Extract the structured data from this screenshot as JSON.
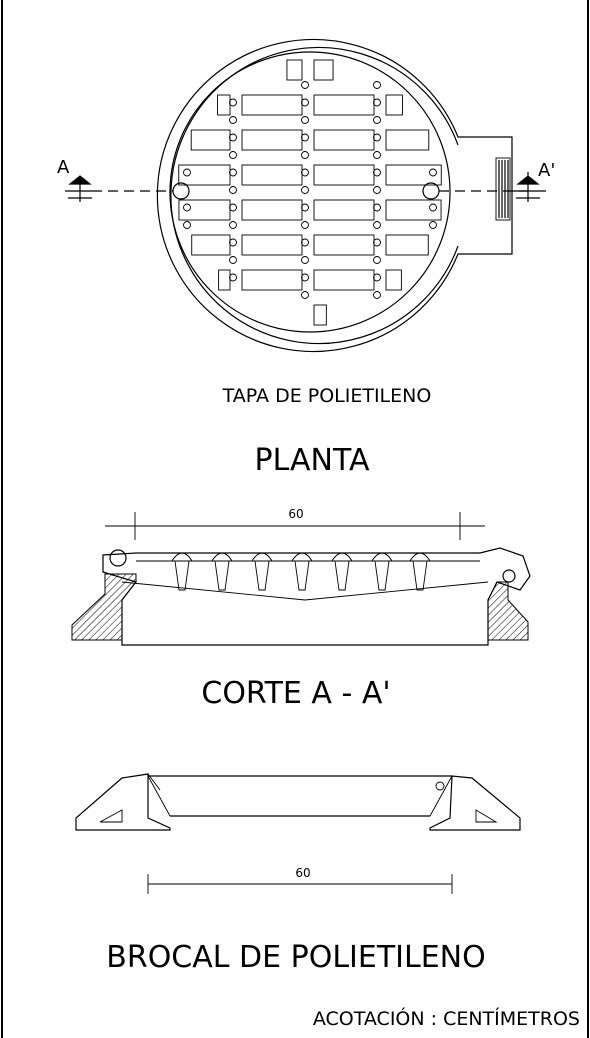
{
  "plan": {
    "subtitle": "TAPA DE POLIETILENO",
    "title": "PLANTA",
    "section_mark_left": "A",
    "section_mark_right": "A'"
  },
  "section": {
    "dimension": "60",
    "title": "CORTE A - A'"
  },
  "brocal": {
    "dimension": "60",
    "title": "BROCAL DE POLIETILENO"
  },
  "note": "ACOTACIÓN :  CENTÍMETROS"
}
